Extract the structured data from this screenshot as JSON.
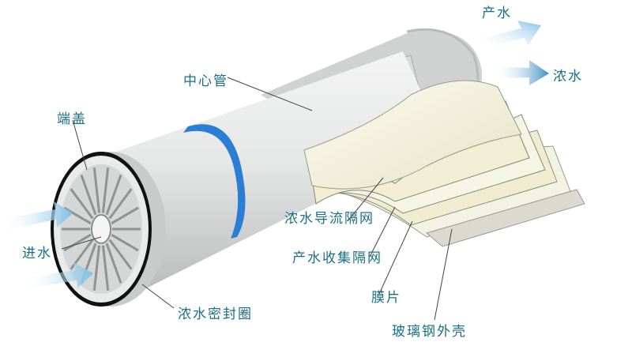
{
  "labels": {
    "permeate_out": "产水",
    "concentrate_out": "浓水",
    "center_tube": "中心管",
    "end_cap": "端盖",
    "feed_in": "进水",
    "brine_spacer": "浓水导流隔网",
    "permeate_spacer": "产水收集隔网",
    "membrane": "膜片",
    "concentrate_seal": "浓水密封圈",
    "fiberglass_shell": "玻璃钢外壳"
  },
  "colors": {
    "label_text": "#1a6f86",
    "blue_band": "#2a7fd4",
    "arrow_light": "#bfe3f7",
    "arrow_dark": "#3f8fc4",
    "membrane_cream": "#f2efd2",
    "shell_gray": "#dcdedd"
  }
}
